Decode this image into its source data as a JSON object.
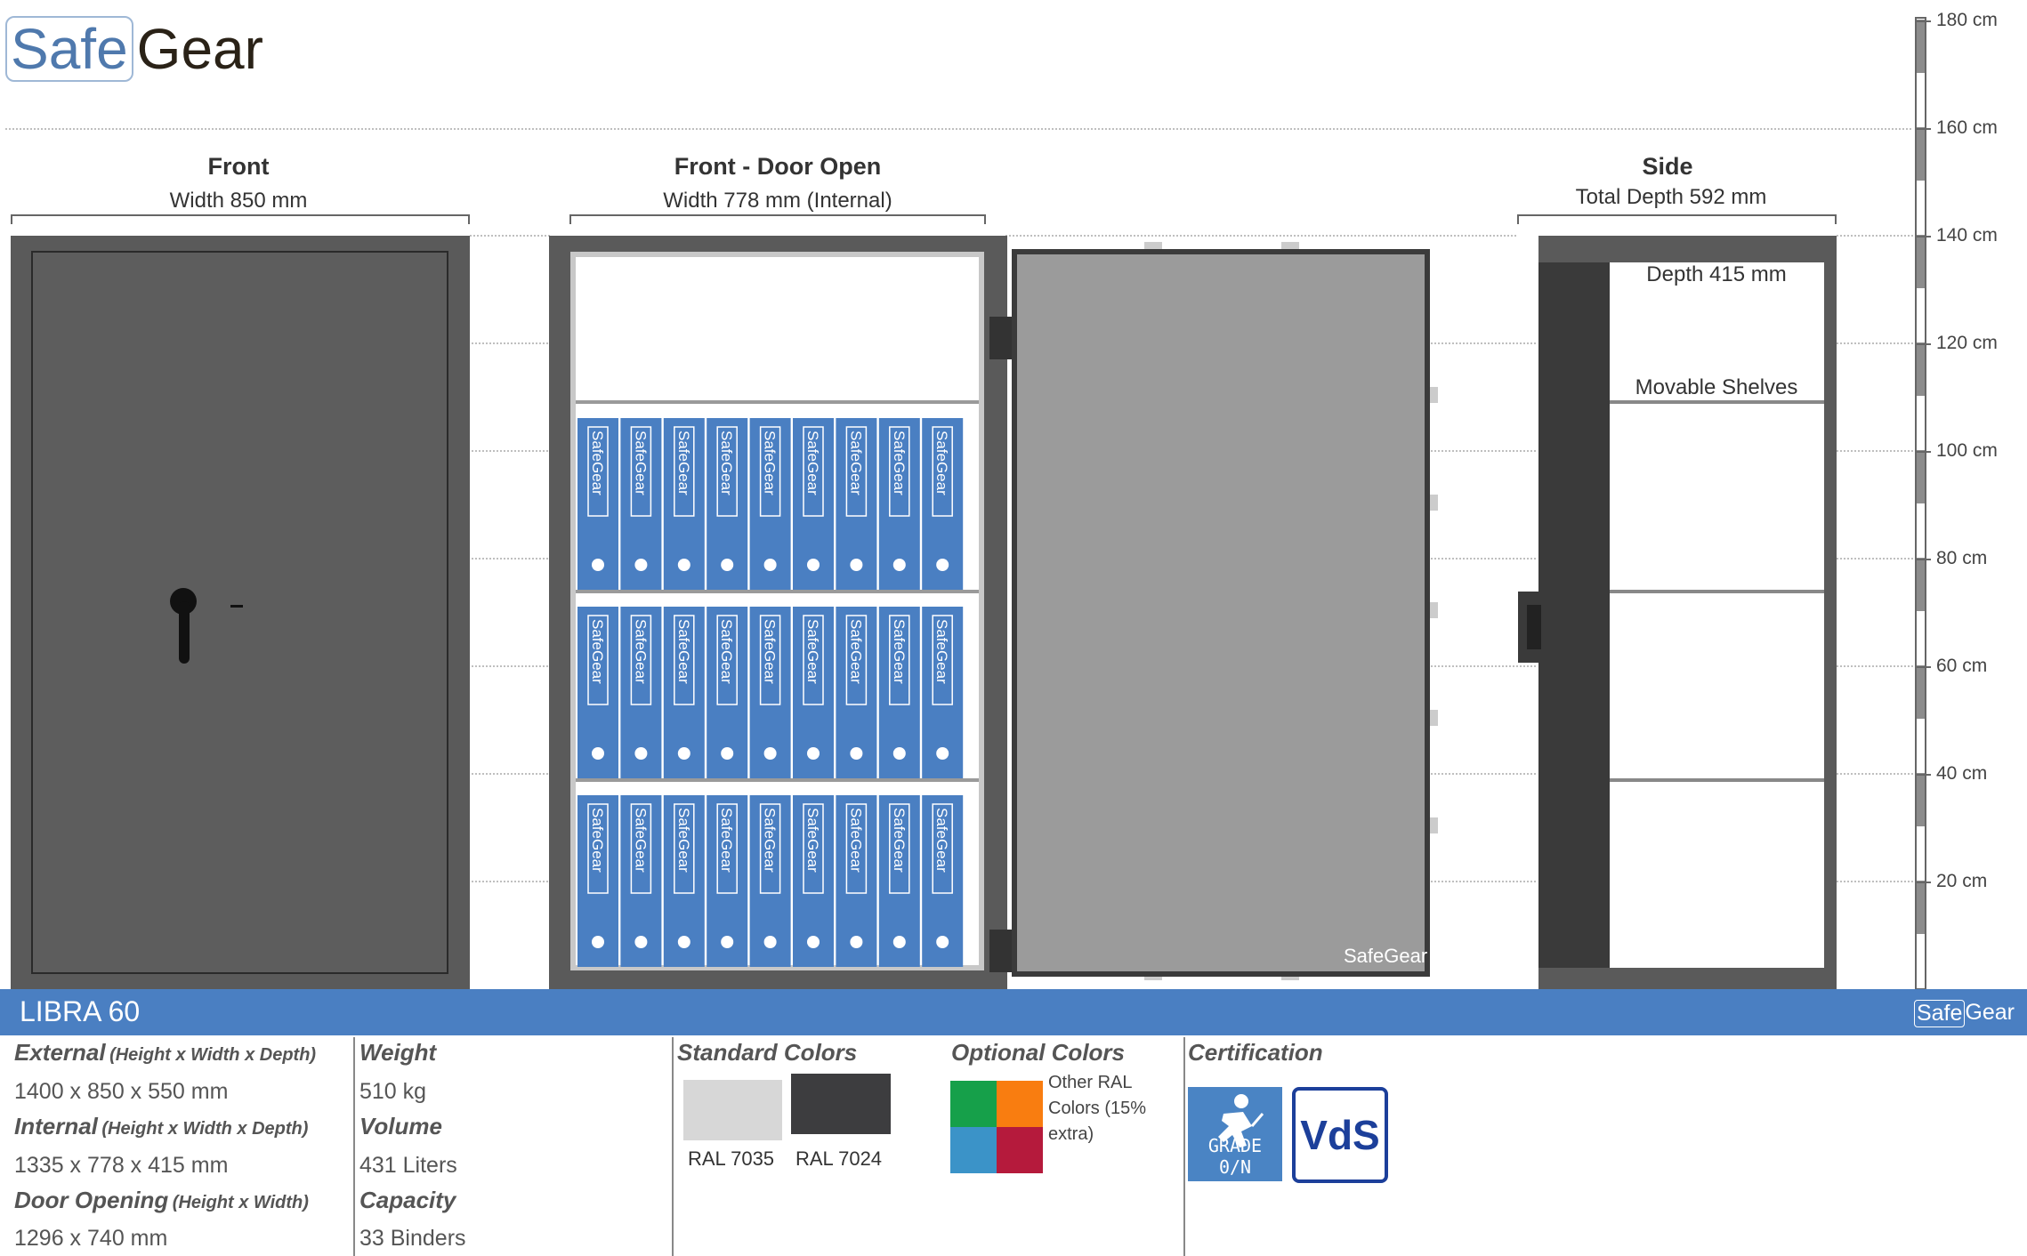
{
  "logo": {
    "safe": "Safe",
    "gear": "Gear"
  },
  "views": {
    "front": {
      "title": "Front",
      "sub": "Width 850 mm"
    },
    "open": {
      "title": "Front - Door Open",
      "sub": "Width 778 mm (Internal)"
    },
    "side": {
      "title": "Side",
      "sub": "Total Depth 592 mm",
      "depth": "Depth 415 mm",
      "shelves": "Movable Shelves"
    }
  },
  "ruler": {
    "labels": [
      "180 cm",
      "160 cm",
      "140 cm",
      "120 cm",
      "100 cm",
      "80 cm",
      "60 cm",
      "40 cm",
      "20 cm"
    ]
  },
  "binder": {
    "label": "SafeGear",
    "rows": 3,
    "per_row": 9
  },
  "door_logo": "SafeGear",
  "product": {
    "name": "LIBRA 60",
    "bar_logo_safe": "Safe",
    "bar_logo_gear": "Gear",
    "external_label": "External",
    "external_note": "(Height x Width x Depth)",
    "external_value": "1400 x 850 x 550 mm",
    "internal_label": "Internal",
    "internal_note": "(Height x Width x Depth)",
    "internal_value": "1335 x 778 x 415 mm",
    "door_label": "Door Opening",
    "door_note": "(Height x Width)",
    "door_value": "1296 x 740 mm",
    "weight_label": "Weight",
    "weight_value": "510 kg",
    "volume_label": "Volume",
    "volume_value": "431 Liters",
    "capacity_label": "Capacity",
    "capacity_value": "33 Binders"
  },
  "colors": {
    "standard_title": "Standard Colors",
    "standard": [
      {
        "name": "RAL 7035",
        "hex": "#d7d7d7"
      },
      {
        "name": "RAL 7024",
        "hex": "#3d3d3f"
      }
    ],
    "optional_title": "Optional Colors",
    "optional_hex": [
      "#16a04a",
      "#f97d10",
      "#3b93c8",
      "#b51a3c"
    ],
    "optional_note": "Other RAL Colors (15% extra)"
  },
  "certification": {
    "title": "Certification",
    "grade": "GRADE 0/N",
    "vds": "VdS"
  }
}
